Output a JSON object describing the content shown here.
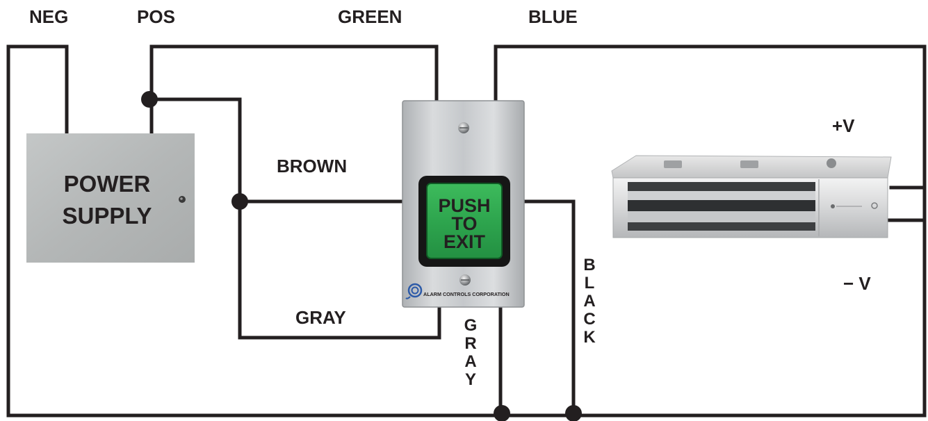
{
  "labels": {
    "neg": "NEG",
    "pos": "POS",
    "green": "GREEN",
    "blue": "BLUE",
    "brown": "BROWN",
    "gray_horizontal": "GRAY",
    "gray_vertical": [
      "G",
      "R",
      "A",
      "Y"
    ],
    "black_vertical": [
      "B",
      "L",
      "A",
      "C",
      "K"
    ],
    "plus_v": "+V",
    "minus_v": "− V"
  },
  "power_supply": {
    "line1": "POWER",
    "line2": "SUPPLY"
  },
  "exit_button": {
    "line1": "PUSH",
    "line2": "TO",
    "line3": "EXIT",
    "brand": "ALARM CONTROLS CORPORATION",
    "button_color": "#2fa84f"
  },
  "maglock": {
    "finish": "brushed aluminum"
  },
  "colors": {
    "wire": "#231f20",
    "plate": "#c9cccf",
    "power_box": "#b9bcbc",
    "brand_blue": "#2c5aa8"
  }
}
